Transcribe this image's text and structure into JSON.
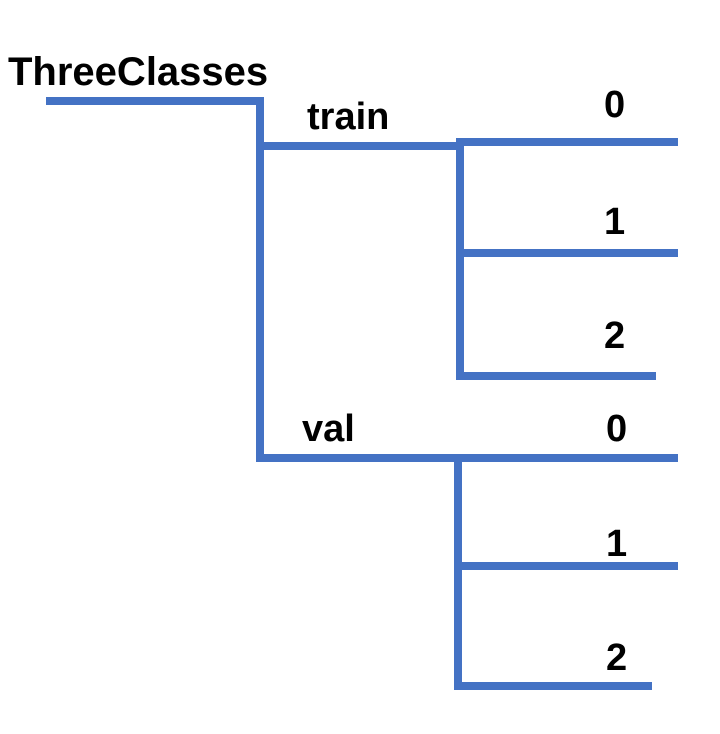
{
  "root": {
    "label": "ThreeClasses"
  },
  "folders": [
    {
      "label": "train",
      "classes": [
        "0",
        "1",
        "2"
      ]
    },
    {
      "label": "val",
      "classes": [
        "0",
        "1",
        "2"
      ]
    }
  ],
  "colors": {
    "line": "#4472C4",
    "text": "#000000",
    "background": "#ffffff"
  }
}
